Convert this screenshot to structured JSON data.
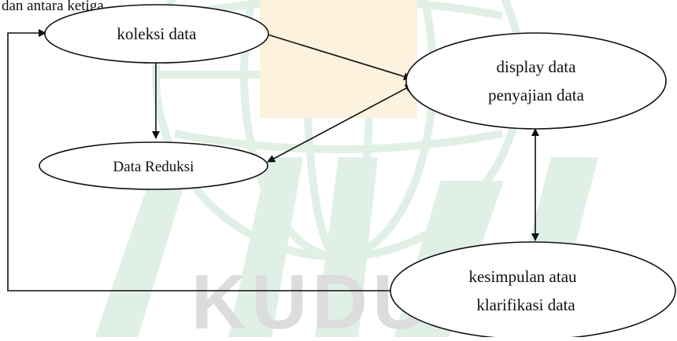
{
  "caption_partial": "dan antara ketiga",
  "nodes": {
    "koleksi": {
      "label": "koleksi data"
    },
    "reduksi": {
      "label": "Data Reduksi"
    },
    "display": {
      "line1": "display data",
      "line2": "penyajian data"
    },
    "kesimpulan": {
      "line1": "kesimpulan atau",
      "line2": "klarifikasi data"
    }
  },
  "watermark": {
    "text": "KUDUS",
    "green": "#2e9a5a",
    "gold": "#f0a81a"
  },
  "colors": {
    "line": "#111111",
    "background": "#ffffff"
  }
}
